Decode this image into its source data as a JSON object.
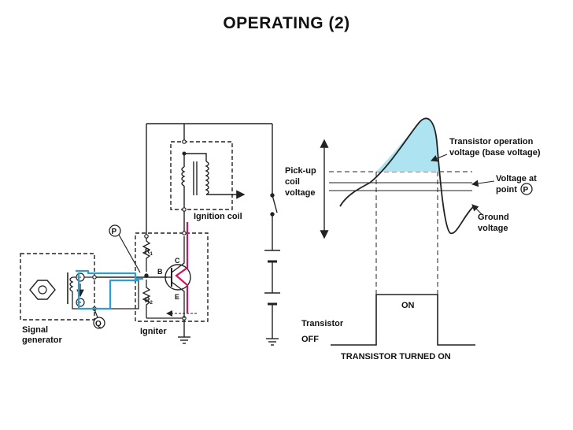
{
  "title": "OPERATING (2)",
  "circuit": {
    "ignition_coil": "Ignition coil",
    "igniter": "Igniter",
    "signal_generator": [
      "Signal",
      "generator"
    ],
    "point_p": "P",
    "point_q": "Q",
    "plus_sign": "+",
    "minus_sign": "−",
    "r1": "R",
    "r1_sub": "1",
    "r2": "R",
    "r2_sub": "2",
    "base": "B",
    "collector": "C",
    "emitter": "E"
  },
  "graph": {
    "pickup_label": [
      "Pick-up",
      "coil",
      "voltage"
    ],
    "transistor_operation": [
      "Transistor operation",
      "voltage (base voltage)"
    ],
    "voltage_at_point": [
      "Voltage at",
      "point"
    ],
    "voltage_point_ref": "P",
    "ground_voltage": [
      "Ground",
      "voltage"
    ],
    "on_label": "ON",
    "transistor_label": "Transistor",
    "off_label": "OFF",
    "caption": "TRANSISTOR TURNED ON"
  },
  "colors": {
    "line": "#222222",
    "current_path_blue": "#2a9fd6",
    "current_path_red": "#d4145a",
    "shaded_area": "#aee3f2"
  }
}
